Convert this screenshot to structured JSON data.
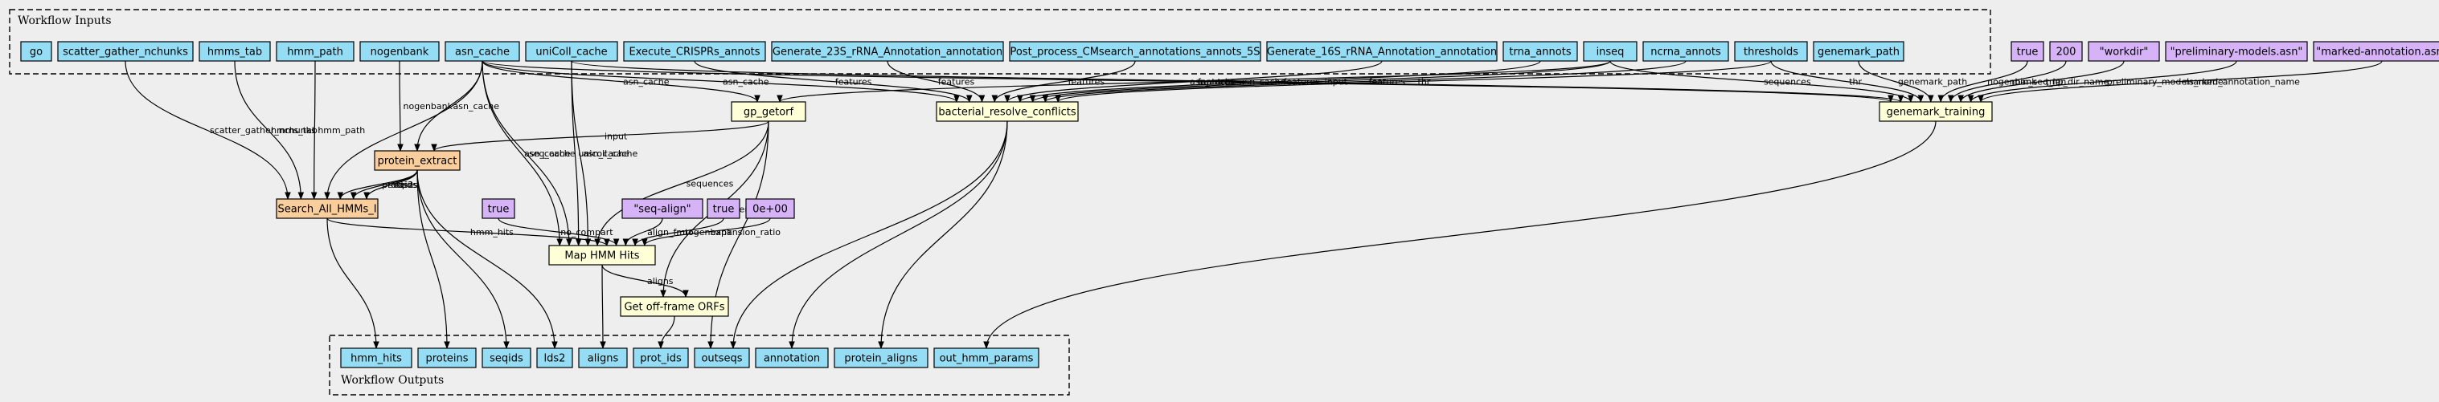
{
  "clusters": {
    "inputs": {
      "label": "Workflow Inputs"
    },
    "outputs": {
      "label": "Workflow Outputs"
    }
  },
  "colors": {
    "input": "#94ddf4",
    "constant": "#d5b3f6",
    "step": "#ffffd7",
    "subworkflow": "#f9ce9c",
    "output": "#94ddf4",
    "background": "#eeeeee",
    "edge": "#000000"
  },
  "nodes": {
    "go": {
      "label": "go",
      "kind": "input"
    },
    "scatter_gather_nchunks": {
      "label": "scatter_gather_nchunks",
      "kind": "input"
    },
    "hmms_tab": {
      "label": "hmms_tab",
      "kind": "input"
    },
    "hmm_path": {
      "label": "hmm_path",
      "kind": "input"
    },
    "nogenbank": {
      "label": "nogenbank",
      "kind": "input"
    },
    "asn_cache": {
      "label": "asn_cache",
      "kind": "input"
    },
    "uniColl_cache": {
      "label": "uniColl_cache",
      "kind": "input"
    },
    "execute_crisprs": {
      "label": "Execute_CRISPRs_annots",
      "kind": "input"
    },
    "generate_23s": {
      "label": "Generate_23S_rRNA_Annotation_annotation",
      "kind": "input"
    },
    "post_process_5s": {
      "label": "Post_process_CMsearch_annotations_annots_5S",
      "kind": "input"
    },
    "generate_16s": {
      "label": "Generate_16S_rRNA_Annotation_annotation",
      "kind": "input"
    },
    "trna_annots": {
      "label": "trna_annots",
      "kind": "input"
    },
    "inseq": {
      "label": "inseq",
      "kind": "input"
    },
    "ncrna_annots": {
      "label": "ncrna_annots",
      "kind": "input"
    },
    "thresholds": {
      "label": "thresholds",
      "kind": "input"
    },
    "genemark_path": {
      "label": "genemark_path",
      "kind": "input"
    },
    "const_true_1": {
      "label": "true",
      "kind": "constant"
    },
    "const_200": {
      "label": "200",
      "kind": "constant"
    },
    "const_workdir": {
      "label": "\"workdir\"",
      "kind": "constant"
    },
    "const_prelim": {
      "label": "\"preliminary-models.asn\"",
      "kind": "constant"
    },
    "const_marked": {
      "label": "\"marked-annotation.asn\"",
      "kind": "constant"
    },
    "gp_getorf": {
      "label": "gp_getorf",
      "kind": "step"
    },
    "bacterial_resolve": {
      "label": "bacterial_resolve_conflicts",
      "kind": "step"
    },
    "genemark_training": {
      "label": "genemark_training",
      "kind": "step"
    },
    "protein_extract": {
      "label": "protein_extract",
      "kind": "subworkflow"
    },
    "search_all_hmms": {
      "label": "Search_All_HMMs_I",
      "kind": "subworkflow"
    },
    "const_true_2": {
      "label": "true",
      "kind": "constant"
    },
    "const_seq_align": {
      "label": "\"seq-align\"",
      "kind": "constant"
    },
    "const_true_3": {
      "label": "true",
      "kind": "constant"
    },
    "const_zero": {
      "label": "0e+00",
      "kind": "constant"
    },
    "map_hmm_hits": {
      "label": "Map HMM Hits",
      "kind": "step"
    },
    "get_offframe": {
      "label": "Get off-frame ORFs",
      "kind": "step"
    },
    "out_hmm_hits": {
      "label": "hmm_hits",
      "kind": "output"
    },
    "out_proteins": {
      "label": "proteins",
      "kind": "output"
    },
    "out_seqids": {
      "label": "seqids",
      "kind": "output"
    },
    "out_lds2": {
      "label": "lds2",
      "kind": "output"
    },
    "out_aligns": {
      "label": "aligns",
      "kind": "output"
    },
    "out_prot_ids": {
      "label": "prot_ids",
      "kind": "output"
    },
    "out_outseqs": {
      "label": "outseqs",
      "kind": "output"
    },
    "out_annotation": {
      "label": "annotation",
      "kind": "output"
    },
    "out_protein_aligns": {
      "label": "protein_aligns",
      "kind": "output"
    },
    "out_hmm_params": {
      "label": "out_hmm_params",
      "kind": "output"
    }
  },
  "edges": [
    {
      "id": "e1",
      "from": "scatter_gather_nchunks",
      "to": "search_all_hmms",
      "label": "scatter_gather_nchunks"
    },
    {
      "id": "e2",
      "from": "hmms_tab",
      "to": "search_all_hmms",
      "label": "hmms_tab"
    },
    {
      "id": "e3",
      "from": "hmm_path",
      "to": "search_all_hmms",
      "label": "hmm_path"
    },
    {
      "id": "e4",
      "from": "nogenbank",
      "to": "protein_extract",
      "label": "nogenbank"
    },
    {
      "id": "e5",
      "from": "asn_cache",
      "to": "protein_extract",
      "label": "asn_cache"
    },
    {
      "id": "e6",
      "from": "asn_cache",
      "to": "search_all_hmms",
      "label": ""
    },
    {
      "id": "e7",
      "from": "asn_cache",
      "to": "map_hmm_hits",
      "label": "asn_cache"
    },
    {
      "id": "e8",
      "from": "asn_cache",
      "to": "map_hmm_hits",
      "label": "seq_cache"
    },
    {
      "id": "e9",
      "from": "asn_cache",
      "to": "gp_getorf",
      "label": "asn_cache"
    },
    {
      "id": "e10",
      "from": "asn_cache",
      "to": "bacterial_resolve",
      "label": "asn_cache"
    },
    {
      "id": "e11",
      "from": "asn_cache",
      "to": "genemark_training",
      "label": "asn_cache"
    },
    {
      "id": "e12",
      "from": "uniColl_cache",
      "to": "map_hmm_hits",
      "label": "unicoll_cache"
    },
    {
      "id": "e13",
      "from": "uniColl_cache",
      "to": "map_hmm_hits",
      "label": "asn_cache"
    },
    {
      "id": "e14",
      "from": "uniColl_cache",
      "to": "genemark_training",
      "label": "asn_cache"
    },
    {
      "id": "e15",
      "from": "execute_crisprs",
      "to": "bacterial_resolve",
      "label": "features"
    },
    {
      "id": "e16",
      "from": "generate_23s",
      "to": "bacterial_resolve",
      "label": "features"
    },
    {
      "id": "e17",
      "from": "post_process_5s",
      "to": "bacterial_resolve",
      "label": "features"
    },
    {
      "id": "e18",
      "from": "generate_16s",
      "to": "bacterial_resolve",
      "label": "features"
    },
    {
      "id": "e19",
      "from": "trna_annots",
      "to": "bacterial_resolve",
      "label": "features"
    },
    {
      "id": "e20",
      "from": "inseq",
      "to": "gp_getorf",
      "label": "input"
    },
    {
      "id": "e21",
      "from": "inseq",
      "to": "bacterial_resolve",
      "label": "input"
    },
    {
      "id": "e22",
      "from": "inseq",
      "to": "genemark_training",
      "label": "sequences"
    },
    {
      "id": "e23",
      "from": "ncrna_annots",
      "to": "bacterial_resolve",
      "label": "features"
    },
    {
      "id": "e24",
      "from": "thresholds",
      "to": "bacterial_resolve",
      "label": "thr"
    },
    {
      "id": "e25",
      "from": "thresholds",
      "to": "genemark_training",
      "label": "thr"
    },
    {
      "id": "e26",
      "from": "genemark_path",
      "to": "genemark_training",
      "label": "genemark_path"
    },
    {
      "id": "e27",
      "from": "const_true_1",
      "to": "genemark_training",
      "label": "nogenbank"
    },
    {
      "id": "e28",
      "from": "const_200",
      "to": "genemark_training",
      "label": "min_seq_len"
    },
    {
      "id": "e29",
      "from": "const_workdir",
      "to": "genemark_training",
      "label": "tmp_dir_name"
    },
    {
      "id": "e30",
      "from": "const_prelim",
      "to": "genemark_training",
      "label": "preliminary_models_name"
    },
    {
      "id": "e31",
      "from": "const_marked",
      "to": "genemark_training",
      "label": "marked_annotation_name"
    },
    {
      "id": "e32",
      "from": "gp_getorf",
      "to": "protein_extract",
      "label": "input"
    },
    {
      "id": "e33",
      "from": "gp_getorf",
      "to": "map_hmm_hits",
      "label": "sequences"
    },
    {
      "id": "e34",
      "from": "gp_getorf",
      "to": "get_offframe",
      "label": "seq_entries"
    },
    {
      "id": "e35",
      "from": "gp_getorf",
      "to": "out_outseqs",
      "label": ""
    },
    {
      "id": "e36",
      "from": "protein_extract",
      "to": "search_all_hmms",
      "label": "proteins"
    },
    {
      "id": "e37",
      "from": "protein_extract",
      "to": "search_all_hmms",
      "label": "seqids"
    },
    {
      "id": "e38",
      "from": "protein_extract",
      "to": "search_all_hmms",
      "label": "lds2"
    },
    {
      "id": "e39",
      "from": "protein_extract",
      "to": "out_proteins",
      "label": ""
    },
    {
      "id": "e40",
      "from": "protein_extract",
      "to": "out_seqids",
      "label": ""
    },
    {
      "id": "e41",
      "from": "protein_extract",
      "to": "out_lds2",
      "label": ""
    },
    {
      "id": "e42",
      "from": "search_all_hmms",
      "to": "map_hmm_hits",
      "label": "hmm_hits"
    },
    {
      "id": "e43",
      "from": "search_all_hmms",
      "to": "out_hmm_hits",
      "label": ""
    },
    {
      "id": "e44",
      "from": "const_true_2",
      "to": "map_hmm_hits",
      "label": "no_compart"
    },
    {
      "id": "e45",
      "from": "const_seq_align",
      "to": "map_hmm_hits",
      "label": "align_fmt"
    },
    {
      "id": "e46",
      "from": "const_true_3",
      "to": "map_hmm_hits",
      "label": "nogenbank"
    },
    {
      "id": "e47",
      "from": "const_zero",
      "to": "map_hmm_hits",
      "label": "expansion_ratio"
    },
    {
      "id": "e48",
      "from": "map_hmm_hits",
      "to": "get_offframe",
      "label": "aligns"
    },
    {
      "id": "e49",
      "from": "map_hmm_hits",
      "to": "out_aligns",
      "label": ""
    },
    {
      "id": "e50",
      "from": "get_offframe",
      "to": "out_prot_ids",
      "label": ""
    },
    {
      "id": "e51",
      "from": "bacterial_resolve",
      "to": "out_outseqs",
      "label": ""
    },
    {
      "id": "e52",
      "from": "bacterial_resolve",
      "to": "out_annotation",
      "label": ""
    },
    {
      "id": "e53",
      "from": "bacterial_resolve",
      "to": "out_protein_aligns",
      "label": ""
    },
    {
      "id": "e54",
      "from": "genemark_training",
      "to": "out_hmm_params",
      "label": ""
    }
  ]
}
